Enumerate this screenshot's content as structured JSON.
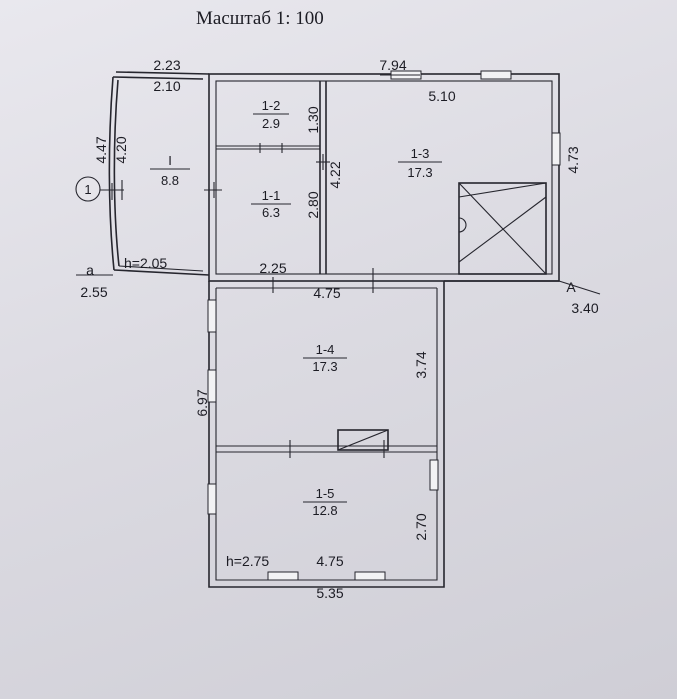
{
  "title": "Масштаб  1: 100",
  "marker": "1",
  "rooms": [
    {
      "id": "I",
      "area": "8.8"
    },
    {
      "id": "1-1",
      "area": "6.3"
    },
    {
      "id": "1-2",
      "area": "2.9"
    },
    {
      "id": "1-3",
      "area": "17.3"
    },
    {
      "id": "1-4",
      "area": "17.3"
    },
    {
      "id": "1-5",
      "area": "12.8"
    }
  ],
  "dimensions": {
    "top_left_outer": "2.23",
    "top_left_inner": "2.10",
    "top_right_outer": "7.94",
    "top_right_inner": "5.10",
    "left_outer": "4.47",
    "left_inner": "4.20",
    "room_1_2_height": "1.30",
    "room_1_3_height": "4.22",
    "room_1_1_height": "2.80",
    "right_upper": "4.73",
    "height_veranda": "h=2.05",
    "a_label": "a",
    "a_value": "2.55",
    "A_label": "A",
    "A_value": "3.40",
    "room_1_4_width_top": "2.25",
    "room_1_4_width": "4.75",
    "room_1_4_height": "3.74",
    "left_lower": "6.97",
    "room_1_5_height": "2.70",
    "height_main": "h=2.75",
    "room_1_5_width": "4.75",
    "bottom_outer": "5.35"
  }
}
